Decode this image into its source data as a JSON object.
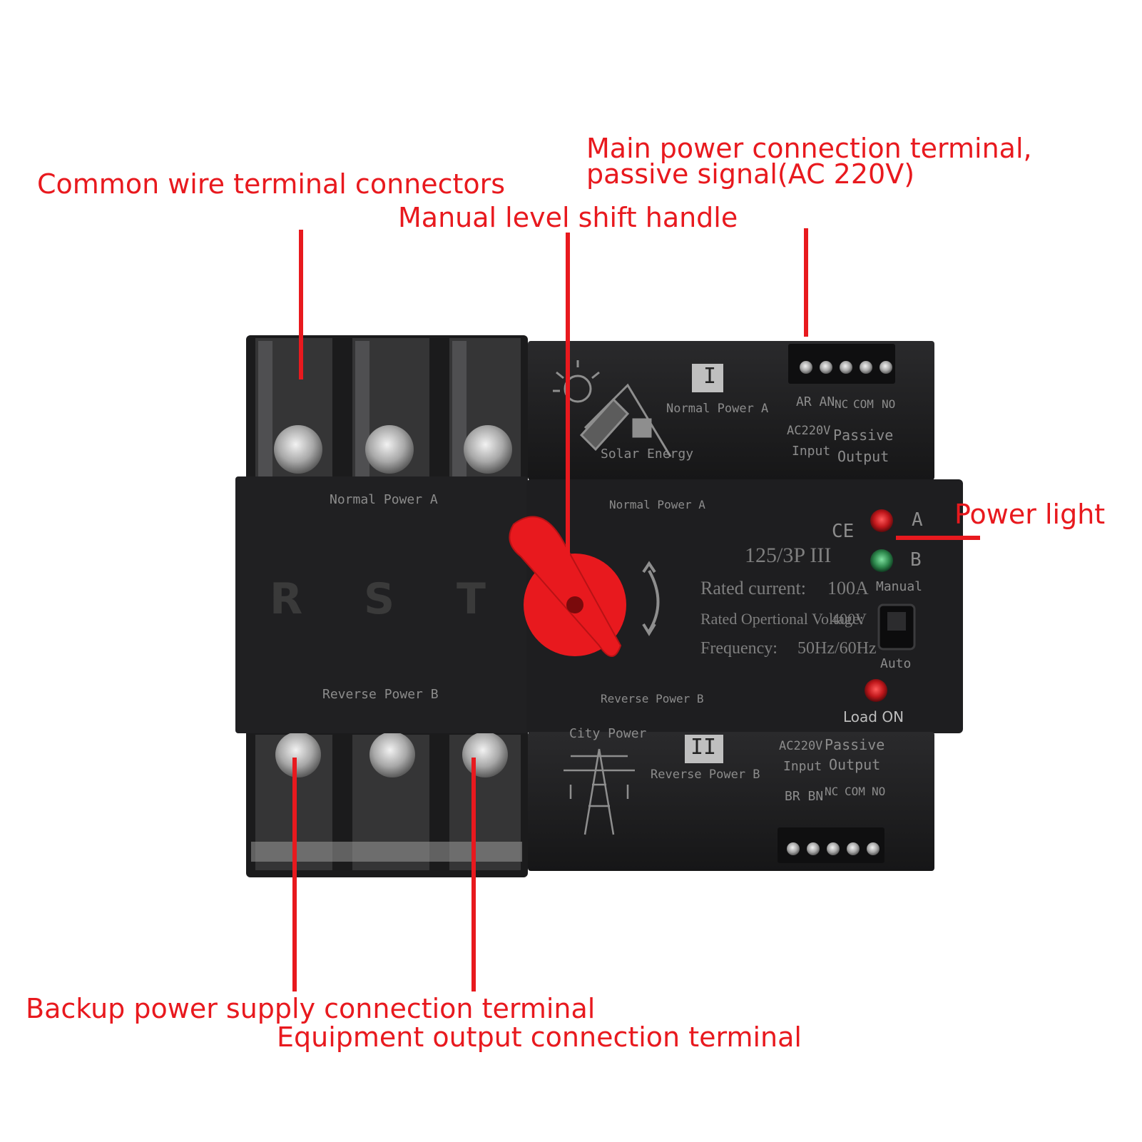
{
  "callouts": {
    "common_wire": "Common wire terminal connectors",
    "main_power_line1": "Main power connection terminal,",
    "main_power_line2": "passive signal(AC 220V)",
    "manual_handle": "Manual level shift handle",
    "power_light": "Power light",
    "backup_power": "Backup power supply connection terminal",
    "equipment_output": "Equipment output connection terminal"
  },
  "device": {
    "phase_labels": [
      "R",
      "S",
      "T"
    ],
    "normal_power_a": "Normal Power A",
    "reverse_power_b": "Reverse Power B",
    "solar_energy": "Solar Energy",
    "city_power": "City Power",
    "roman_one": "I",
    "roman_two": "II",
    "top_terminal": {
      "ar_an": "AR AN",
      "nc": "NC",
      "com": "COM",
      "no": "NO",
      "ac220v": "AC220V",
      "input": "Input",
      "passive": "Passive",
      "output": "Output"
    },
    "bottom_terminal": {
      "ac220v": "AC220V",
      "input": "Input",
      "br_bn": "BR BN",
      "nc": "NC",
      "com": "COM",
      "no": "NO",
      "passive": "Passive",
      "output": "Output"
    },
    "ce_mark": "CE",
    "model": "125/3P III",
    "rated_current_label": "Rated current:",
    "rated_current_value": "100A",
    "rated_voltage_label": "Rated Opertional Voltage:",
    "rated_voltage_value": "400V",
    "frequency_label": "Frequency:",
    "frequency_value": "50Hz/60Hz",
    "indicator_a": "A",
    "indicator_b": "B",
    "manual": "Manual",
    "auto": "Auto",
    "load_on": "Load ON"
  },
  "colors": {
    "callout_red": "#e8191e",
    "body_black": "#1c1c1e",
    "handle_red": "#e8191e",
    "led_red": "#c0171b",
    "led_green": "#2f8a4e"
  }
}
